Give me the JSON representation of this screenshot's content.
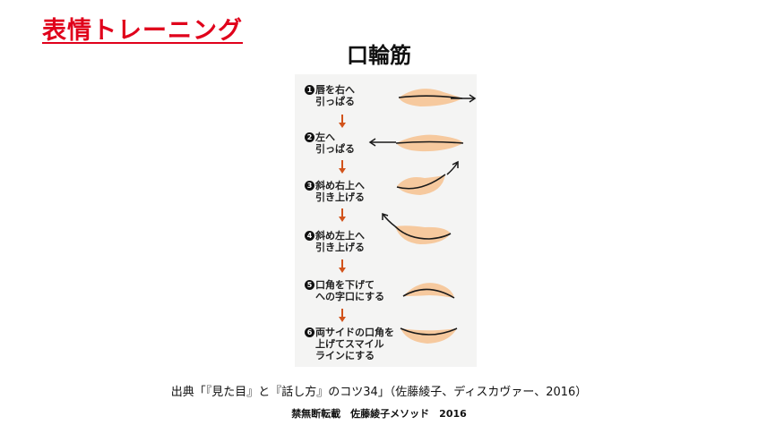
{
  "page_title": "表情トレーニング",
  "subject_title": "口輪筋",
  "figure": {
    "steps": [
      {
        "number": "1",
        "line1": "唇を右へ",
        "line2": "引っぱる",
        "line3": ""
      },
      {
        "number": "2",
        "line1": "左へ",
        "line2": "引っぱる",
        "line3": ""
      },
      {
        "number": "3",
        "line1": "斜め右上へ",
        "line2": "引き上げる",
        "line3": ""
      },
      {
        "number": "4",
        "line1": "斜め左上へ",
        "line2": "引き上げる",
        "line3": ""
      },
      {
        "number": "5",
        "line1": "口角を下げて",
        "line2": "への字口にする",
        "line3": ""
      },
      {
        "number": "6",
        "line1": "両サイドの口角を",
        "line2": "上げてスマイル",
        "line3": "ラインにする"
      }
    ],
    "colors": {
      "lip": "#f6c99e",
      "arrow_down": "#d2531b",
      "line": "#1a1a1a",
      "panel": "#f4f4f3"
    }
  },
  "source_citation": "出典「『見た目』と『話し方』のコツ34」（佐藤綾子、ディスカヴァー、2016）",
  "copyright_notice": "禁無断転載　佐藤綾子メソッド　2016",
  "colors": {
    "title": "#e0001b",
    "text": "#111111",
    "background": "#ffffff"
  }
}
